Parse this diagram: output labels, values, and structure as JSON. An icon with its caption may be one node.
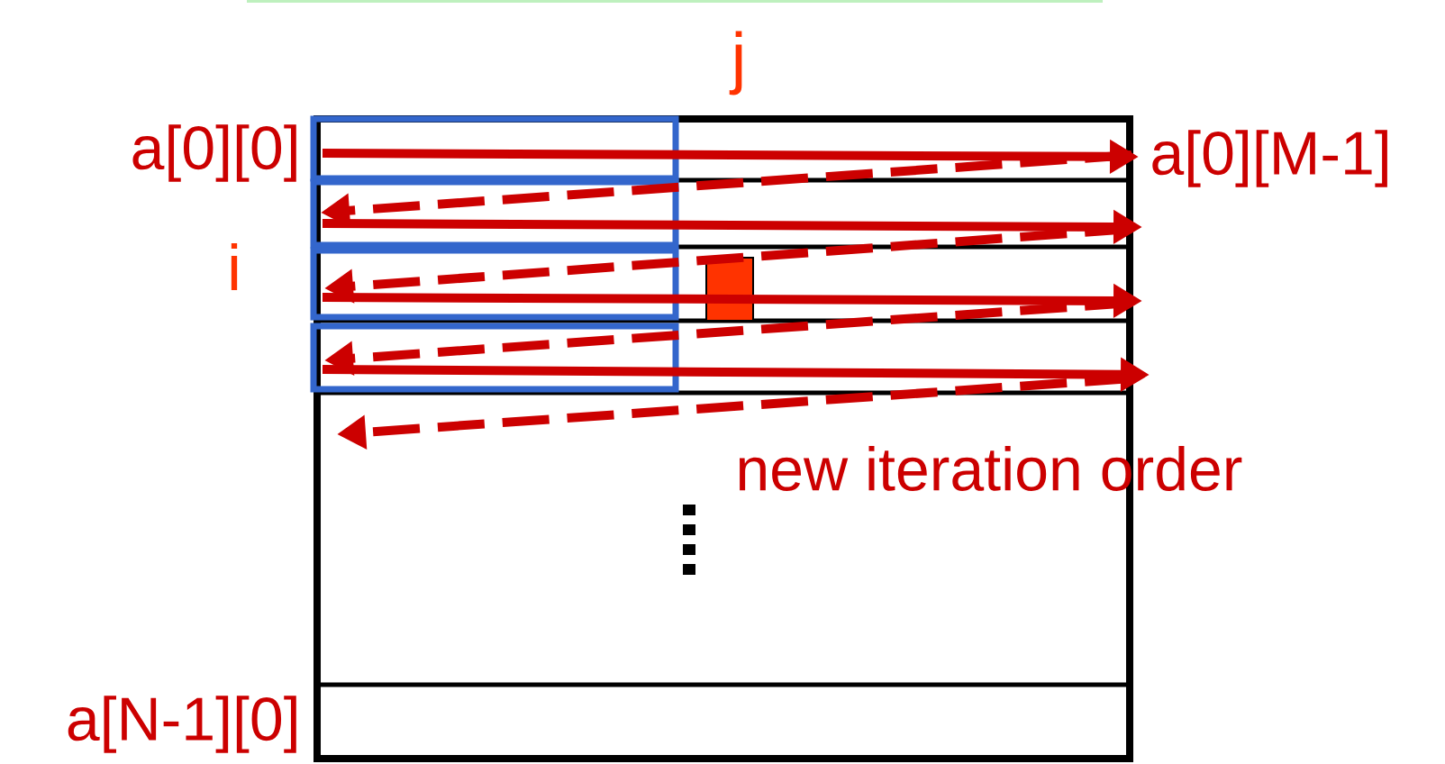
{
  "diagram": {
    "labels": [
      "j",
      "a[0][0]",
      "a[0][M-1]",
      "i",
      "new iteration order",
      "a[N-1][0]"
    ]
  }
}
